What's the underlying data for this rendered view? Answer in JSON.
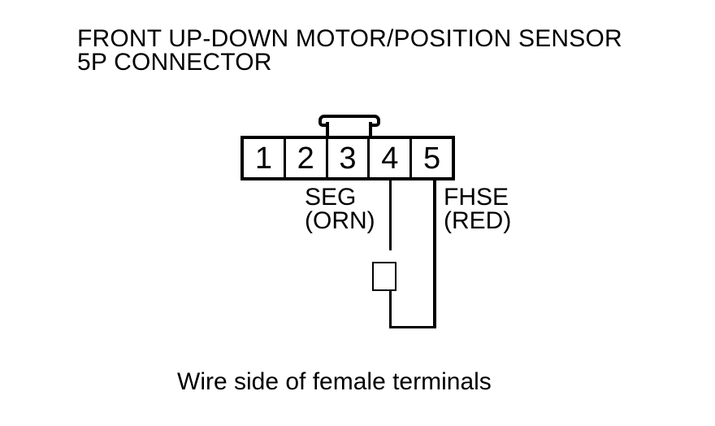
{
  "title": {
    "line1": "FRONT UP-DOWN MOTOR/POSITION SENSOR",
    "line2": "5P CONNECTOR"
  },
  "connector": {
    "pins": [
      "1",
      "2",
      "3",
      "4",
      "5"
    ]
  },
  "wires": {
    "seg": {
      "signal": "SEG",
      "color": "(ORN)",
      "pin": "4"
    },
    "fhse": {
      "signal": "FHSE",
      "color": "(RED)",
      "pin": "5"
    }
  },
  "caption": "Wire side of female terminals",
  "colors": {
    "line": "#000000",
    "background": "#ffffff"
  }
}
